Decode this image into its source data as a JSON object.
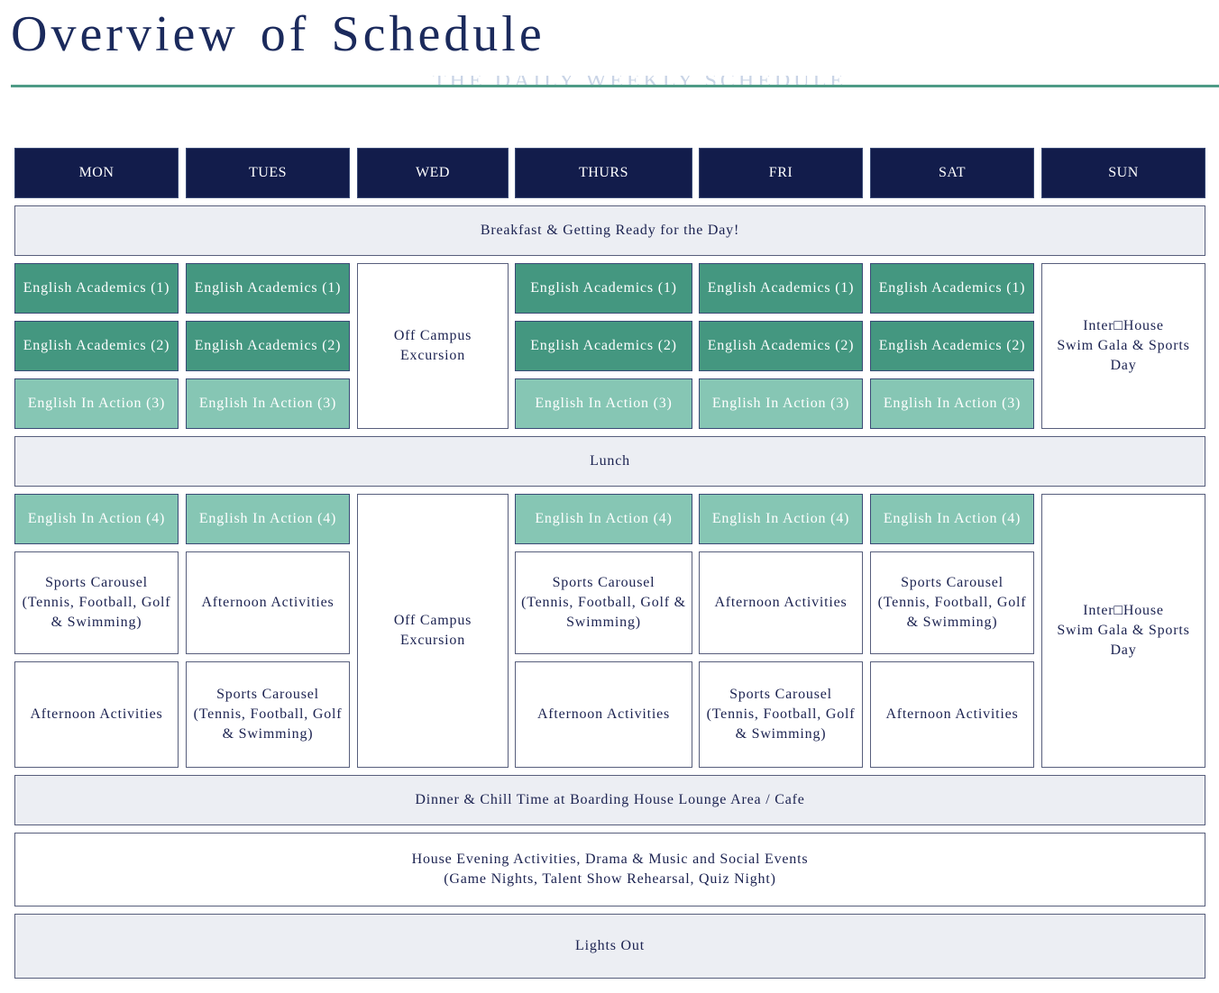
{
  "header": {
    "title": "Overview of Schedule",
    "faint_subtitle": "THE DAILY WEEKLY SCHEDULE"
  },
  "colors": {
    "navy": "#121c4b",
    "academics": "#449780",
    "in_action": "#86c6b4",
    "band": "#eceef3",
    "rule": "#4e9b86"
  },
  "days": [
    "MON",
    "TUES",
    "WED",
    "THURS",
    "FRI",
    "SAT",
    "SUN"
  ],
  "rows": {
    "breakfast": "Breakfast & Getting Ready for the Day!",
    "lunch": "Lunch",
    "dinner": "Dinner & Chill Time at Boarding House Lounge Area / Cafe",
    "evening": "House Evening Activities, Drama & Music and Social Events\n(Game Nights, Talent Show Rehearsal, Quiz Night)",
    "lights_out": "Lights Out"
  },
  "sessions": {
    "academics_1": "English Academics (1)",
    "academics_2": "English Academics (2)",
    "in_action_3": "English In Action (3)",
    "in_action_4": "English In Action (4)",
    "sports_carousel": "Sports Carousel\n(Tennis, Football, Golf\n& Swimming)",
    "sports_carousel_thurs": "Sports Carousel\n(Tennis, Football, Golf &\nSwimming)",
    "afternoon_activities": "Afternoon Activities",
    "off_campus": "Off Campus\nExcursion",
    "inter_house": "Inter□House\nSwim Gala & Sports\nDay"
  }
}
